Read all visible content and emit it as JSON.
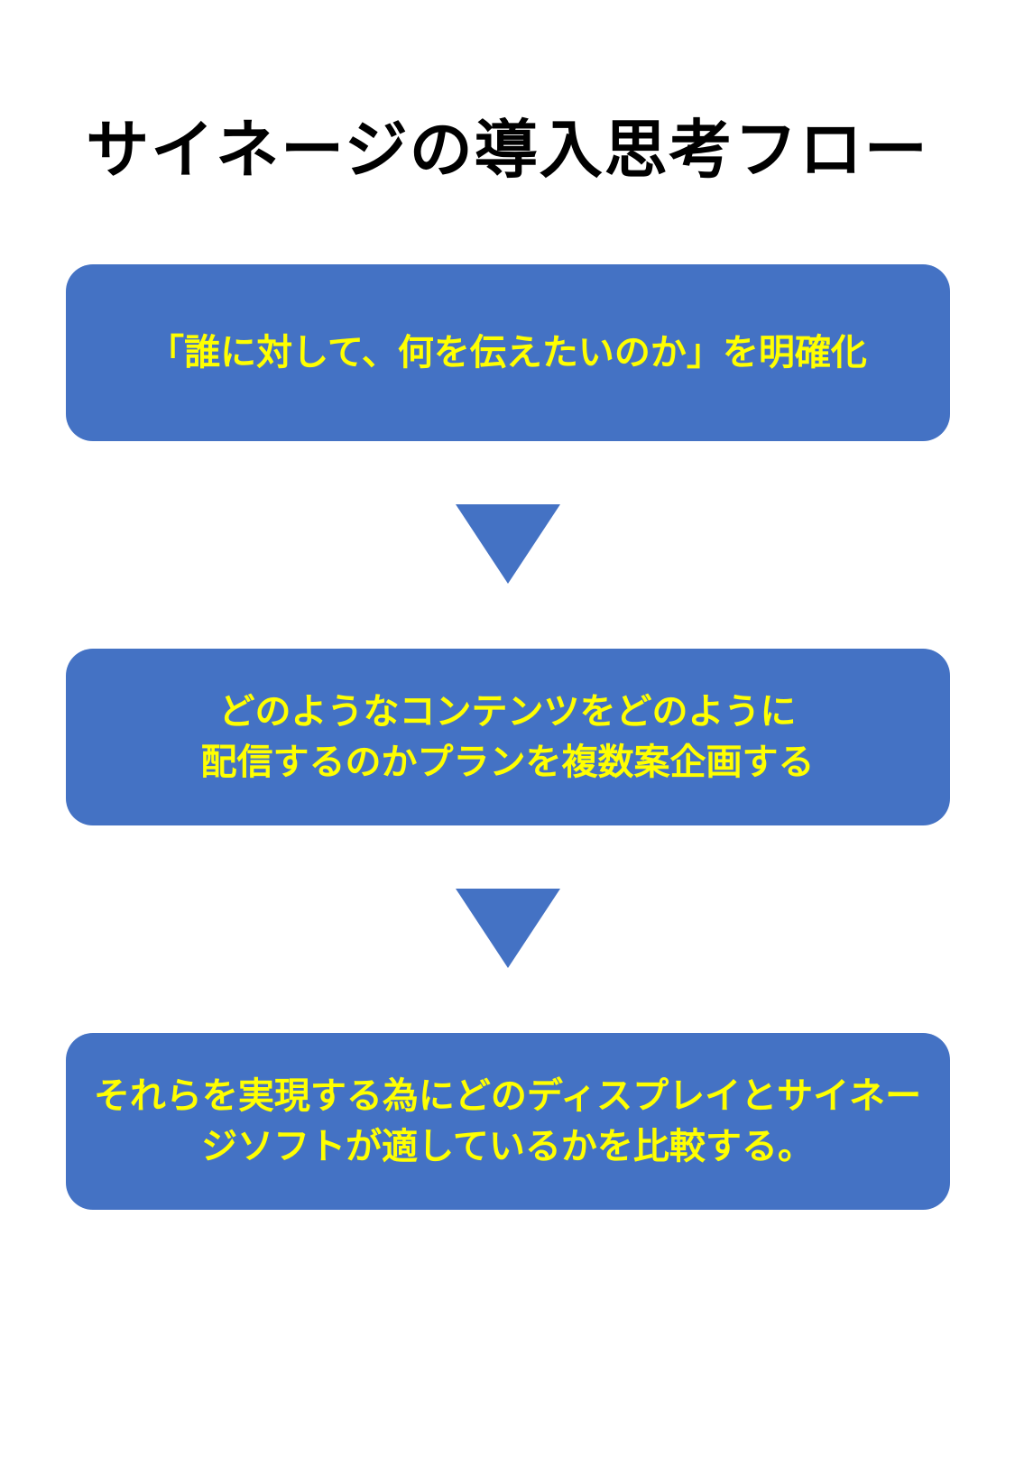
{
  "title": "サイネージの導入思考フロー",
  "colors": {
    "box_fill": "#4472C4",
    "box_text": "#FFFF00",
    "title_text": "#000000",
    "background": "#FFFFFF"
  },
  "icons": {
    "connector": "down-triangle-arrow-icon"
  },
  "boxes": [
    {
      "lines": {
        "0": "「誰に対して、何を伝えたいのか」を明確化"
      }
    },
    {
      "lines": {
        "0": "どのようなコンテンツをどのように",
        "1": "配信するのかプランを複数案企画する"
      }
    },
    {
      "lines": {
        "0": "それらを実現する為にどのディスプレイとサイネー",
        "1": "ジソフトが適しているかを比較する。"
      }
    }
  ]
}
